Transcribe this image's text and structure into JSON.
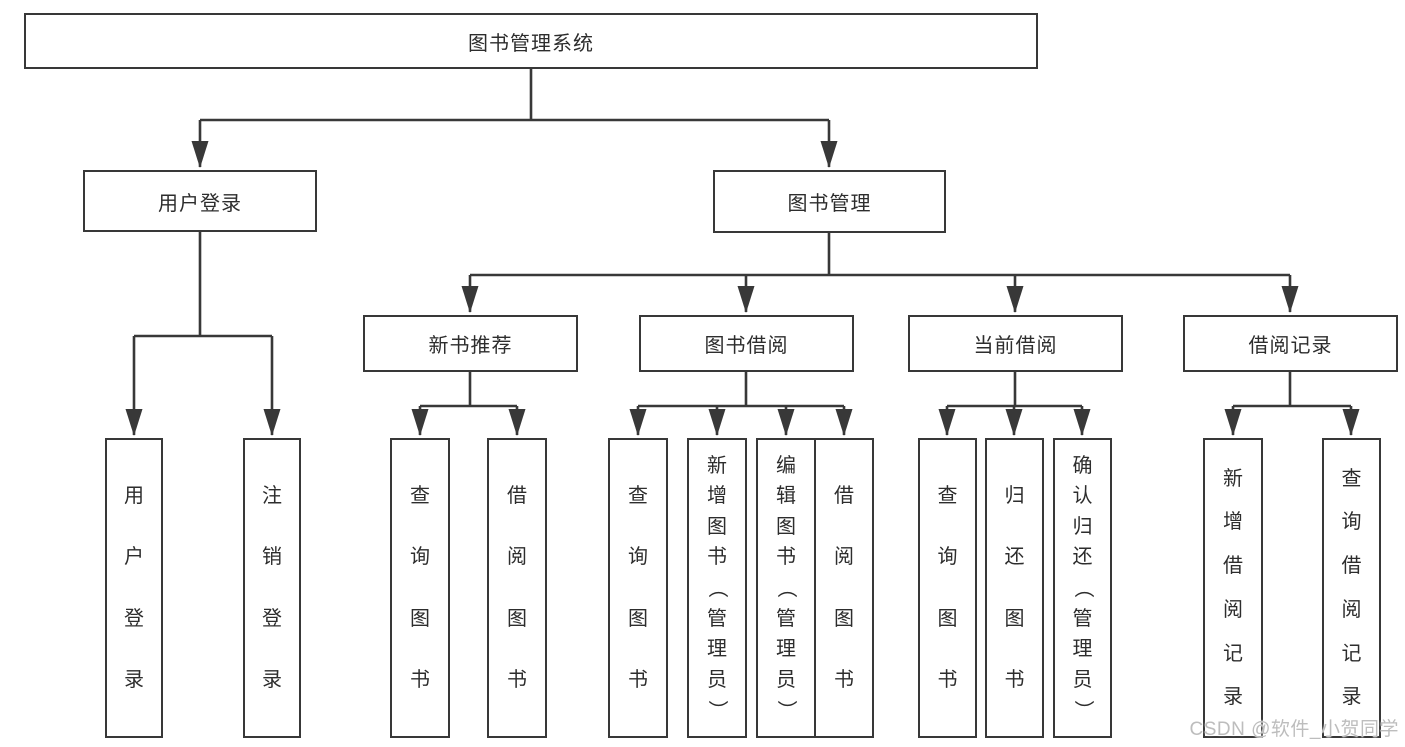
{
  "nodes": {
    "root": "图书管理系统",
    "user_login": "用户登录",
    "book_mgmt": "图书管理",
    "new_book_rec": "新书推荐",
    "book_borrow": "图书借阅",
    "current_borrow": "当前借阅",
    "borrow_records": "借阅记录",
    "ul_login": "用户登录",
    "ul_logout": "注销登录",
    "nb_query": "查询图书",
    "nb_borrow": "借阅图书",
    "bb_query": "查询图书",
    "bb_add": "新增图书（管理员）",
    "bb_edit": "编辑图书（管理员）",
    "bb_borrow": "借阅图书",
    "cb_query": "查询图书",
    "cb_return": "归还图书",
    "cb_confirm": "确认归还（管理员）",
    "br_add": "新增借阅记录",
    "br_query": "查询借阅记录"
  },
  "watermark": {
    "text": "CSDN @软件_小贺同学"
  },
  "colors": {
    "line": "#383838",
    "text": "#2d2d2d",
    "background": "#ffffff",
    "watermark": "#bdbdbd"
  }
}
